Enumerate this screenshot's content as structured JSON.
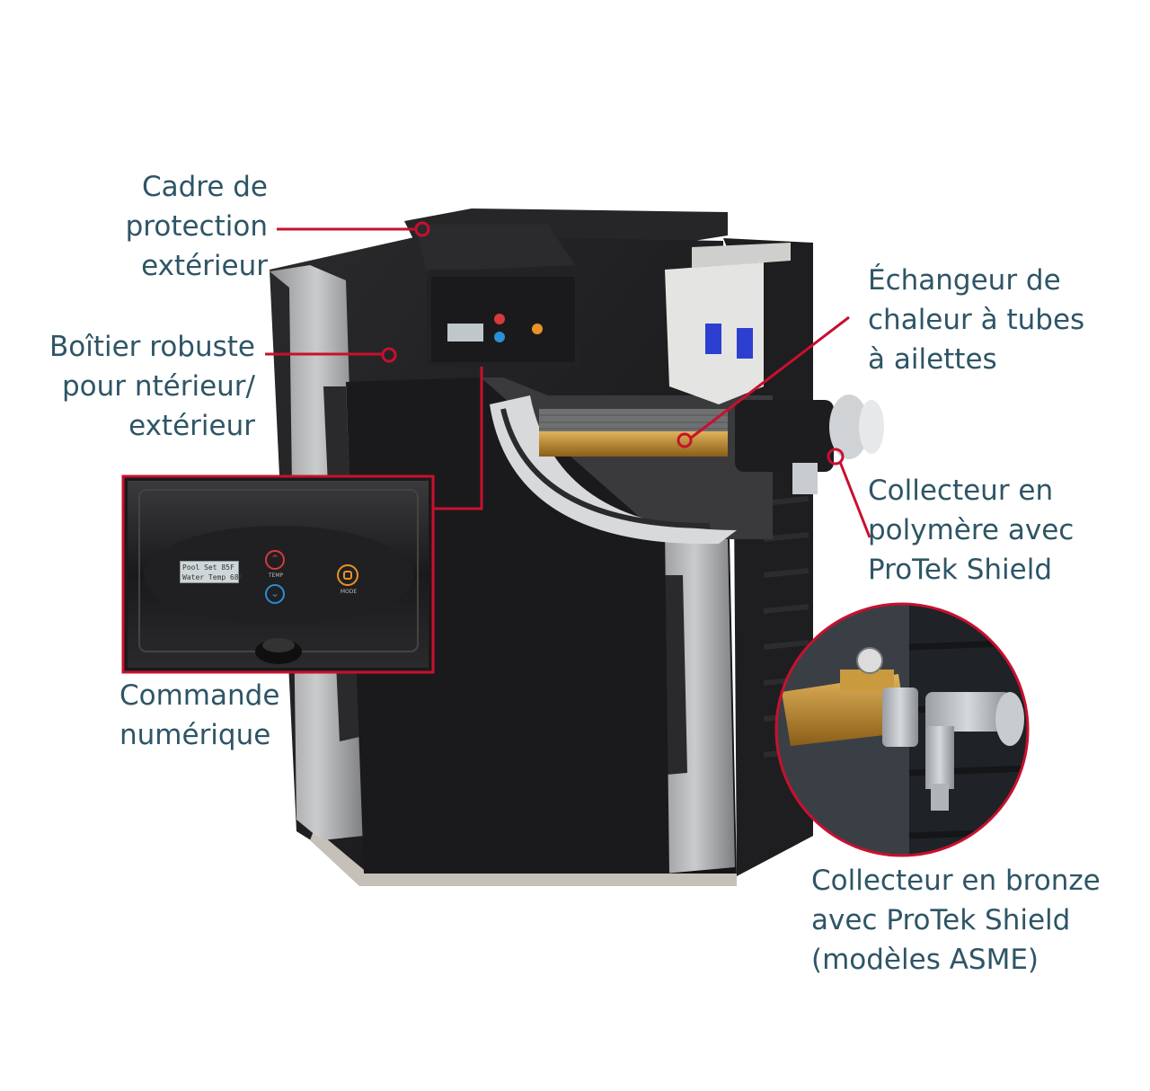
{
  "colors": {
    "label_text": "#2e5566",
    "leader_line": "#c8102e",
    "cabinet_black": "#1c1c1e",
    "cabinet_silver": "#a8aaac",
    "display_lcd": "#cfd6d8",
    "up_button": "#d83a3a",
    "down_button": "#2a8ed8",
    "mode_button": "#e8922a",
    "bronze": "#b8862e"
  },
  "callouts": {
    "cadre": [
      "Cadre de",
      "protection",
      "extérieur"
    ],
    "boitier": [
      "Boîtier robuste",
      "pour ntérieur/",
      "extérieur"
    ],
    "commande": [
      "Commande",
      "numérique"
    ],
    "echangeur": [
      "Échangeur de",
      "chaleur à tubes",
      "à ailettes"
    ],
    "polymere": [
      "Collecteur en",
      "polymère avec",
      "ProTek Shield"
    ],
    "bronze": [
      "Collecteur en bronze",
      "avec ProTek Shield",
      "(modèles ASME)"
    ]
  },
  "control_panel": {
    "lcd_line1": "Pool Set  85F",
    "lcd_line2": "Water Temp 68F",
    "temp_label": "TEMP",
    "mode_label": "MODE"
  },
  "icons": [
    "up-arrow-icon",
    "down-arrow-icon",
    "mode-button-icon"
  ]
}
